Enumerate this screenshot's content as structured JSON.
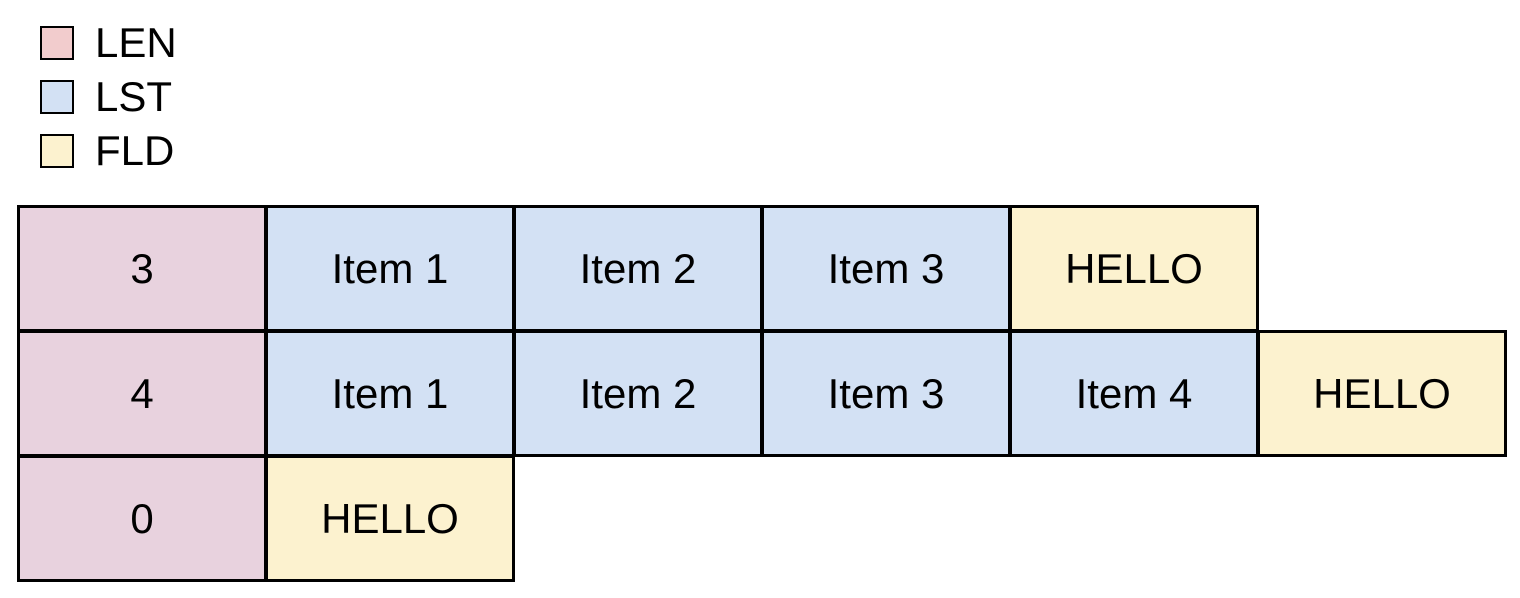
{
  "colors": {
    "len_cell": "#e8d2de",
    "len_swatch": "#f2cccd",
    "lst_fill": "#d3e1f4",
    "fld_fill": "#fcf2cf",
    "border": "#000000",
    "text": "#000000"
  },
  "legend": {
    "items": [
      {
        "id": "len",
        "label": "LEN"
      },
      {
        "id": "lst",
        "label": "LST"
      },
      {
        "id": "fld",
        "label": "FLD"
      }
    ]
  },
  "rows": [
    {
      "cells": [
        {
          "kind": "len",
          "text": "3"
        },
        {
          "kind": "lst",
          "text": "Item 1"
        },
        {
          "kind": "lst",
          "text": "Item 2"
        },
        {
          "kind": "lst",
          "text": "Item 3"
        },
        {
          "kind": "fld",
          "text": "HELLO"
        }
      ]
    },
    {
      "cells": [
        {
          "kind": "len",
          "text": "4"
        },
        {
          "kind": "lst",
          "text": "Item 1"
        },
        {
          "kind": "lst",
          "text": "Item 2"
        },
        {
          "kind": "lst",
          "text": "Item 3"
        },
        {
          "kind": "lst",
          "text": "Item 4"
        },
        {
          "kind": "fld",
          "text": "HELLO"
        }
      ]
    },
    {
      "cells": [
        {
          "kind": "len",
          "text": "0"
        },
        {
          "kind": "fld",
          "text": "HELLO"
        }
      ]
    }
  ]
}
